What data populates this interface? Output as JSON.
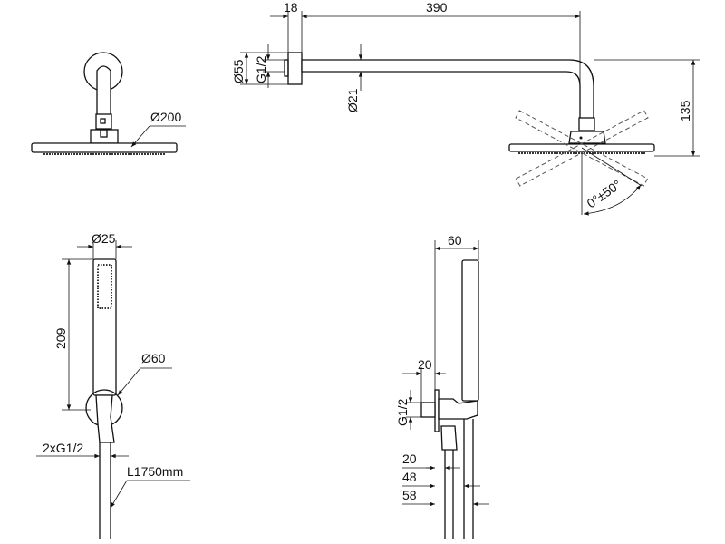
{
  "views": {
    "front_overhead": {
      "diameter_label": "Ø200"
    },
    "side_overhead": {
      "plate_depth": "18",
      "arm_length": "390",
      "plate_diameter": "Ø55",
      "thread": "G1/2",
      "arm_diameter": "Ø21",
      "drop_height": "135",
      "tilt_angle": "0°±50°"
    },
    "front_hand": {
      "handle_diameter": "Ø25",
      "handle_length": "209",
      "plate_diameter": "Ø60",
      "connections": "2xG1/2",
      "hose_length": "L1750mm"
    },
    "side_hand": {
      "depth": "60",
      "outlet_depth": "20",
      "thread": "G1/2",
      "offset_1": "20",
      "offset_2": "48",
      "offset_3": "58"
    }
  }
}
